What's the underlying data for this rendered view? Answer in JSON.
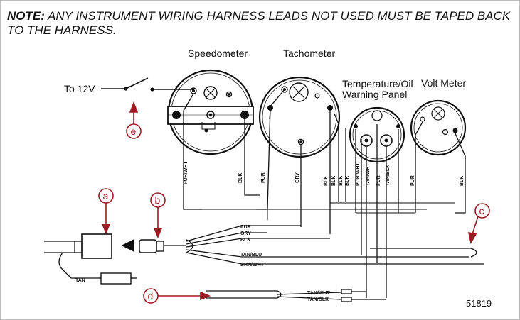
{
  "note": {
    "prefix": "NOTE:",
    "text": " ANY INSTRUMENT WIRING HARNESS LEADS NOT USED MUST BE TAPED BACK TO THE HARNESS."
  },
  "labels": {
    "to12v": "To 12V",
    "speedometer": "Speedometer",
    "tachometer": "Tachometer",
    "temp_line1": "Temperature/Oil",
    "temp_line2": "Warning Panel",
    "volt_meter": "Volt Meter",
    "figure_number": "51819"
  },
  "wire_labels": {
    "pur_wht_speedo": "PUR/WHT",
    "blk_speedo": "BLK",
    "pur_tach": "PUR",
    "gry_tach": "GRY",
    "blk_tach_1": "BLK",
    "blk_tach_2": "BLK",
    "blk_tach_3": "BLK",
    "blk_tach_4": "BLK",
    "pur_wht_temp": "PUR/WHT",
    "tan_wht_temp": "TAN/WHT",
    "pur_temp": "PUR",
    "tan_blk_temp": "TAN/BLK",
    "pur_volt": "PUR",
    "blk_volt": "BLK",
    "pur_harness": "PUR",
    "gry_harness": "GRY",
    "blk_harness": "BLK",
    "tan_blu_harness": "TAN/BLU",
    "brn_wht_harness": "BRN/WHT",
    "tan_lead": "TAN",
    "tan_wht_lead": "TAN/WHT",
    "tan_blk_lead": "TAN/BLK"
  },
  "callouts": {
    "a": "a",
    "b": "b",
    "c": "c",
    "d": "d",
    "e": "e"
  },
  "colors": {
    "callout": "#9b1c22",
    "line": "#111111",
    "border": "#bdbdbd"
  }
}
